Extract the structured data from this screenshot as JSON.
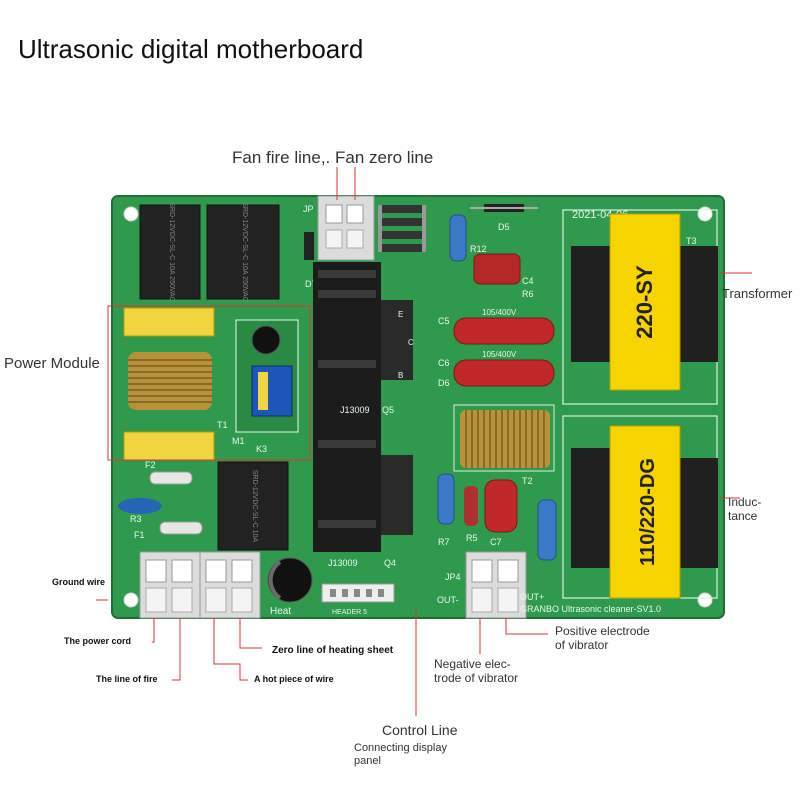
{
  "title": "Ultrasonic digital motherboard",
  "labels": {
    "fan_lines": "Fan fire line,. Fan zero line",
    "power_module": "Power Module",
    "transformer": "Transformer",
    "inductance": "Induc-\ntance",
    "ground_wire": "Ground wire",
    "power_cord": "The power cord",
    "line_of_fire": "The line of fire",
    "zero_line_heating": "Zero line of heating sheet",
    "hot_piece_wire": "A hot piece of wire",
    "negative_electrode": "Negative elec-\ntrode of vibrator",
    "positive_electrode": "Positive electrode\nof vibrator",
    "control_line": "Control Line",
    "connecting_display": "Connecting display\npanel"
  },
  "board": {
    "date": "2021-04-06",
    "transformer_text": "220-SY",
    "inductor_text": "110/220-DG",
    "cap_rating": "105/400V",
    "brand": "GRANBO Ultrasonic cleaner-SV1.0",
    "header": "HEADER 5",
    "heat": "Heat",
    "j13009": "J13009",
    "designators": {
      "jp": "JP",
      "d7": "D7",
      "d5": "D5",
      "r12": "R12",
      "c4": "C4",
      "r6": "R6",
      "c5": "C5",
      "c6": "C6",
      "d6": "D6",
      "t3": "T3",
      "t1": "T1",
      "m1": "M1",
      "k3": "K3",
      "q5": "Q5",
      "t2": "T2",
      "r7": "R7",
      "r5": "R5",
      "c7": "C7",
      "f2": "F2",
      "r3": "R3",
      "f1": "F1",
      "q4": "Q4",
      "jp4": "JP4",
      "out_minus": "OUT-",
      "out_plus": "OUT+",
      "e": "E",
      "c": "C",
      "b": "B"
    }
  },
  "colors": {
    "pcb": "#2f9a4e",
    "pcb_dark": "#1f7a3a",
    "leader": "#e53030",
    "transformer": "#f5d400",
    "relay": "#222222",
    "cap_red": "#c0282a"
  }
}
